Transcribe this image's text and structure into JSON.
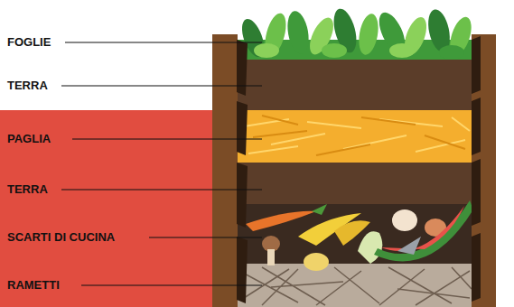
{
  "diagram": {
    "labels": [
      "FOGLIE",
      "TERRA",
      "PAGLIA",
      "TERRA",
      "SCARTI DI CUCINA",
      "RAMETTI"
    ]
  }
}
